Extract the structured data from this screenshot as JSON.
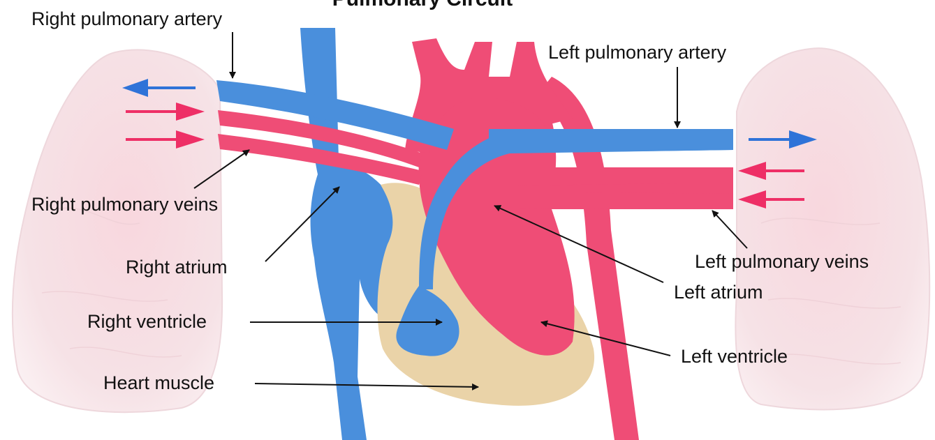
{
  "title": "Pulmonary Circuit",
  "labels": {
    "right_pulmonary_artery": "Right pulmonary artery",
    "left_pulmonary_artery": "Left pulmonary artery",
    "right_pulmonary_veins": "Right pulmonary veins",
    "left_pulmonary_veins": "Left pulmonary veins",
    "right_atrium": "Right atrium",
    "left_atrium": "Left atrium",
    "right_ventricle": "Right ventricle",
    "left_ventricle": "Left ventricle",
    "heart_muscle": "Heart muscle"
  },
  "colors": {
    "deoxygenated_blood": "#4a8fdc",
    "oxygenated_blood": "#ef4d76",
    "heart_muscle": "#ead3a8",
    "lung": "#f5d8de",
    "flow_arrow_blue": "#2f73d8",
    "flow_arrow_red": "#ee2f66",
    "label_text": "#111111"
  }
}
